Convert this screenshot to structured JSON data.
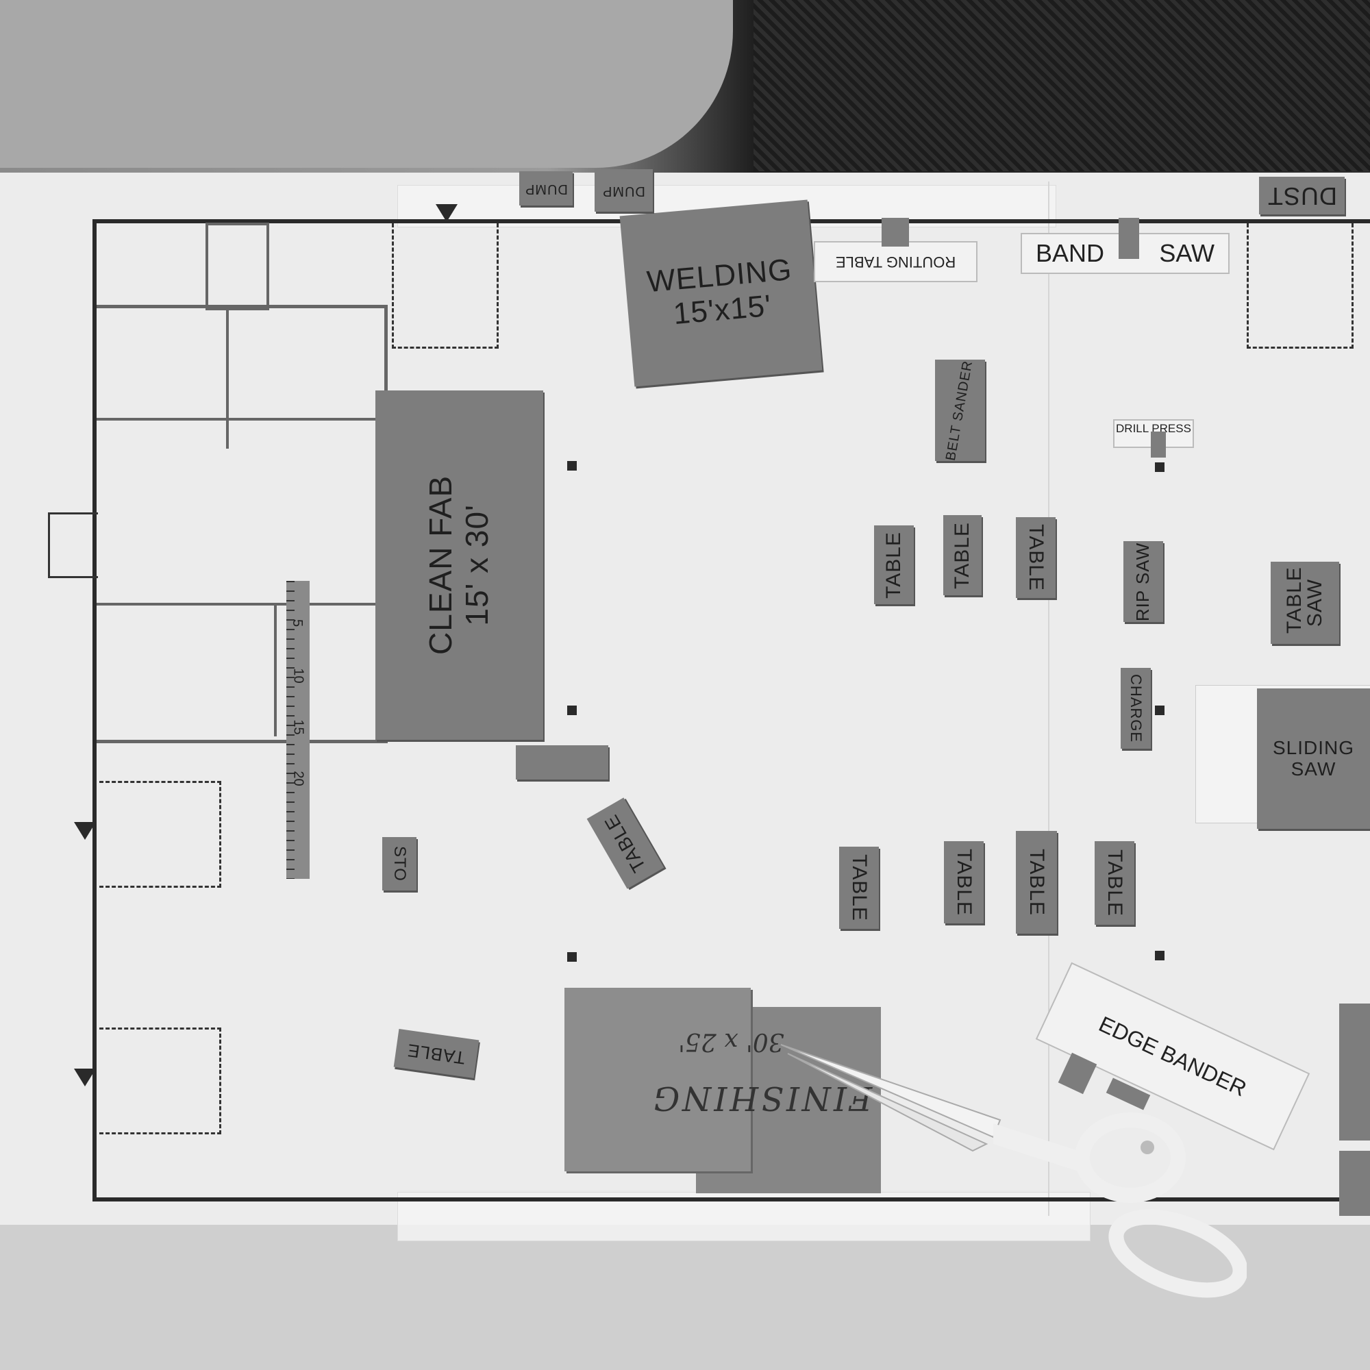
{
  "labels": {
    "welding_title": "WELDING",
    "welding_size": "15'x15'",
    "clean_fab_title": "CLEAN FAB",
    "clean_fab_size": "15' x 30'",
    "routing_table": "ROUTING TABLE",
    "band": "BAND",
    "saw": "SAW",
    "dust": "DUST",
    "dump_1": "DUMP",
    "dump_2": "DUMP",
    "belt_sander": "BELT SANDER",
    "drill_press": "DRILL PRESS",
    "table": "TABLE",
    "rip_saw": "RIP SAW",
    "table_saw": "TABLE SAW",
    "charge": "CHARGE",
    "sliding_saw": "SLIDING SAW",
    "sto": "STO",
    "edge_bander": "EDGE BANDER",
    "finishing_note": "FINISHING",
    "finishing_size": "30' x 25'",
    "ruler_5": "5",
    "ruler_10": "10",
    "ruler_15": "15",
    "ruler_20": "20"
  },
  "colors": {
    "paper": "#ececec",
    "piece": "#7d7d7d",
    "wall": "#2a2a2a"
  }
}
